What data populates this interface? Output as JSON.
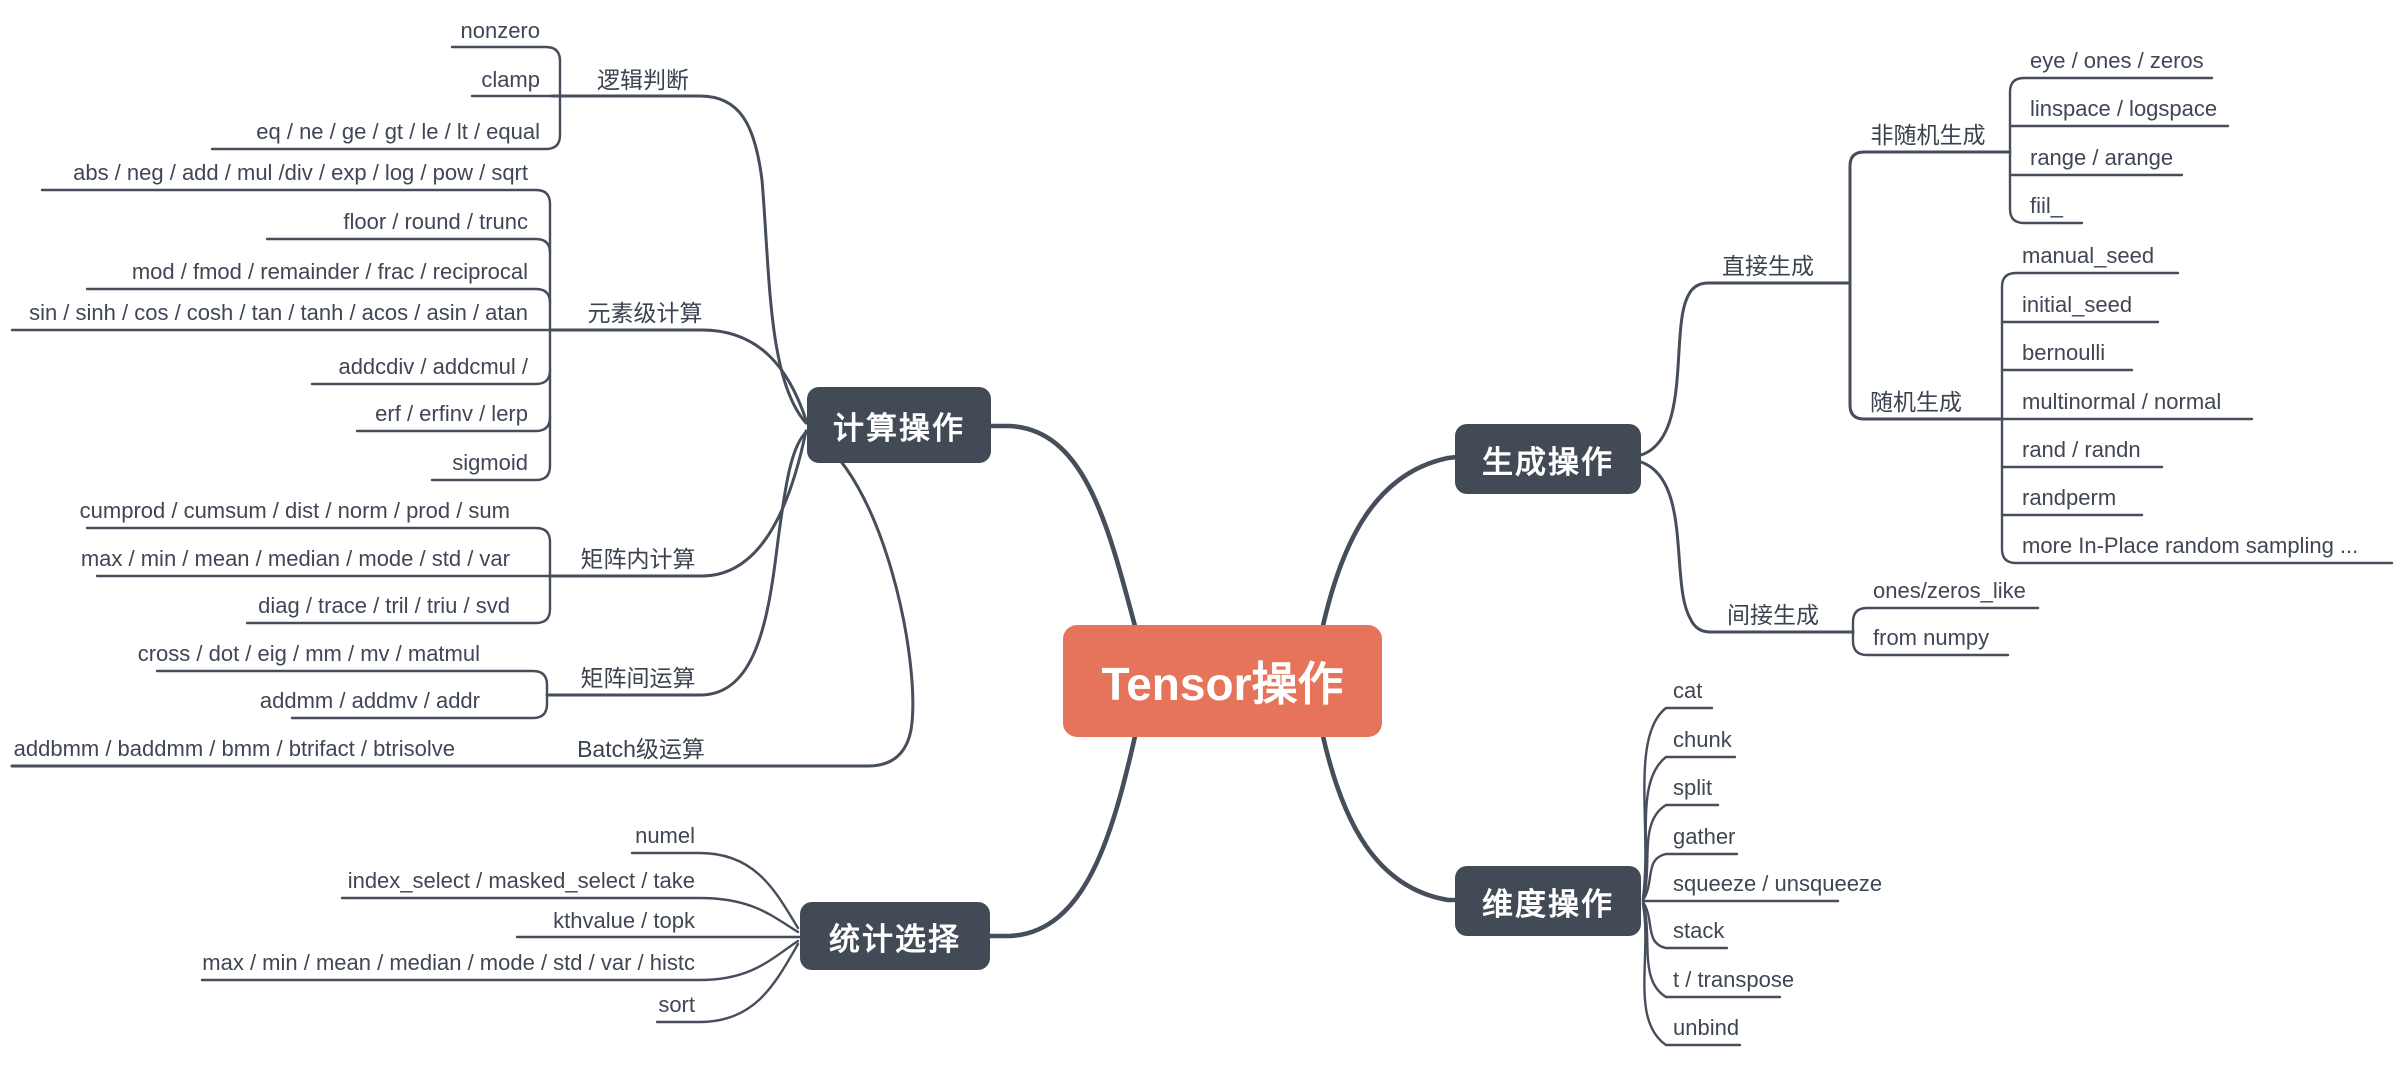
{
  "title": "Tensor操作",
  "colors": {
    "background": "#FFFFFF",
    "central_node_bg": "#E5745B",
    "topic_node_bg": "#424A56",
    "line": "#454E5A",
    "text": "#3F4654",
    "node_text": "#FFFFFF"
  },
  "calc": {
    "label": "计算操作",
    "logic": {
      "label": "逻辑判断",
      "leaves": [
        "nonzero",
        "clamp",
        "eq / ne / ge / gt / le /  lt / equal"
      ]
    },
    "elementwise": {
      "label": "元素级计算",
      "leaves": [
        "abs / neg / add  / mul /div / exp / log / pow / sqrt",
        "floor / round / trunc",
        "mod / fmod / remainder / frac / reciprocal",
        "sin / sinh / cos / cosh / tan / tanh / acos / asin / atan",
        "addcdiv / addcmul /",
        "erf / erfinv / lerp",
        "sigmoid"
      ]
    },
    "in_matrix": {
      "label": "矩阵内计算",
      "leaves": [
        "cumprod / cumsum / dist / norm / prod / sum",
        "max / min / mean / median / mode / std / var",
        "diag / trace / tril / triu /  svd"
      ]
    },
    "between_matrix": {
      "label": "矩阵间运算",
      "leaves": [
        "cross / dot / eig  / mm /  mv /  matmul",
        "addmm / addmv /  addr"
      ]
    },
    "batch": {
      "label": "Batch级运算",
      "leaves": [
        "addbmm /  baddmm / bmm / btrifact / btrisolve"
      ]
    }
  },
  "stat": {
    "label": "统计选择",
    "leaves": [
      "numel",
      "index_select / masked_select / take",
      "kthvalue  / topk",
      "max / min / mean / median / mode / std / var / histc",
      "sort"
    ]
  },
  "gen": {
    "label": "生成操作",
    "direct": {
      "label": "直接生成",
      "nonrandom": {
        "label": "非随机生成",
        "leaves": [
          "eye / ones / zeros",
          "linspace / logspace",
          "range / arange",
          "fiil_"
        ]
      },
      "random": {
        "label": "随机生成",
        "leaves": [
          "manual_seed",
          "initial_seed",
          "bernoulli",
          "multinormal / normal",
          "rand / randn",
          "randperm",
          "more In-Place random sampling ..."
        ]
      }
    },
    "indirect": {
      "label": "间接生成",
      "leaves": [
        "ones/zeros_like",
        "from numpy"
      ]
    }
  },
  "dim": {
    "label": "维度操作",
    "leaves": [
      "cat",
      "chunk",
      "split",
      "gather",
      "squeeze / unsqueeze",
      "stack",
      "t / transpose",
      "unbind"
    ]
  }
}
